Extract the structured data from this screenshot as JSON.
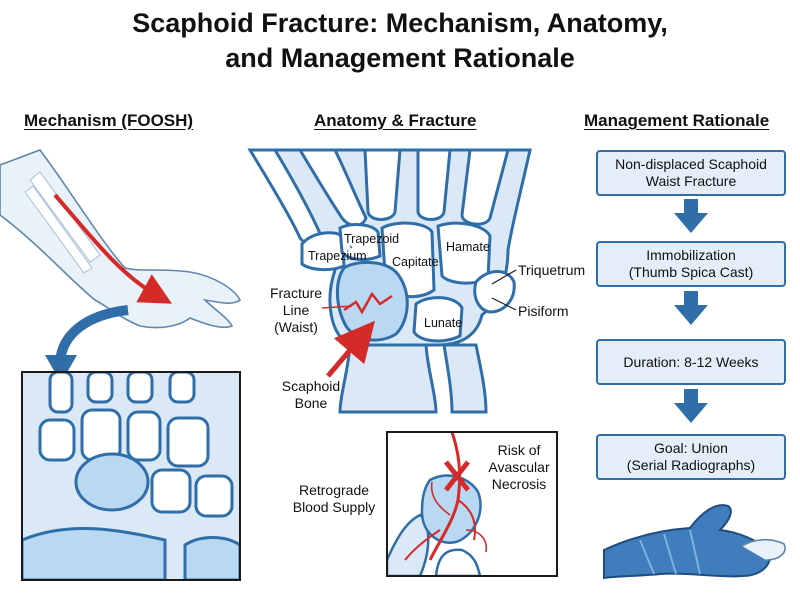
{
  "title": {
    "line1": "Scaphoid Fracture: Mechanism, Anatomy,",
    "line2": "and Management Rationale"
  },
  "columns": {
    "mechanism": "Mechanism (FOOSH)",
    "anatomy": "Anatomy & Fracture",
    "management": "Management Rationale"
  },
  "anatomy_labels": {
    "trapezoid": "Trapezoid",
    "trapezium": "Trapezium",
    "capitate": "Capitate",
    "hamate": "Hamate",
    "triquetrum": "Triquetrum",
    "pisiform": "Pisiform",
    "lunate": "Lunate",
    "fracture_line": [
      "Fracture",
      "Line",
      "(Waist)"
    ],
    "scaphoid_bone": [
      "Scaphoid",
      "Bone"
    ]
  },
  "blood_supply": {
    "retrograde": [
      "Retrograde",
      "Blood Supply"
    ],
    "risk": [
      "Risk of",
      "Avascular",
      "Necrosis"
    ]
  },
  "management_steps": [
    {
      "line1": "Non-displaced Scaphoid",
      "line2": "Waist Fracture"
    },
    {
      "line1": "Immobilization",
      "line2": "(Thumb Spica Cast)"
    },
    {
      "line1": "Duration: 8-12 Weeks",
      "line2": ""
    },
    {
      "line1": "Goal: Union",
      "line2": "(Serial Radiographs)"
    }
  ],
  "colors": {
    "accent_blue": "#2f6ea8",
    "light_blue": "#dbe9f6",
    "scaphoid_blue": "#b9d8f2",
    "red": "#d42a2a"
  }
}
